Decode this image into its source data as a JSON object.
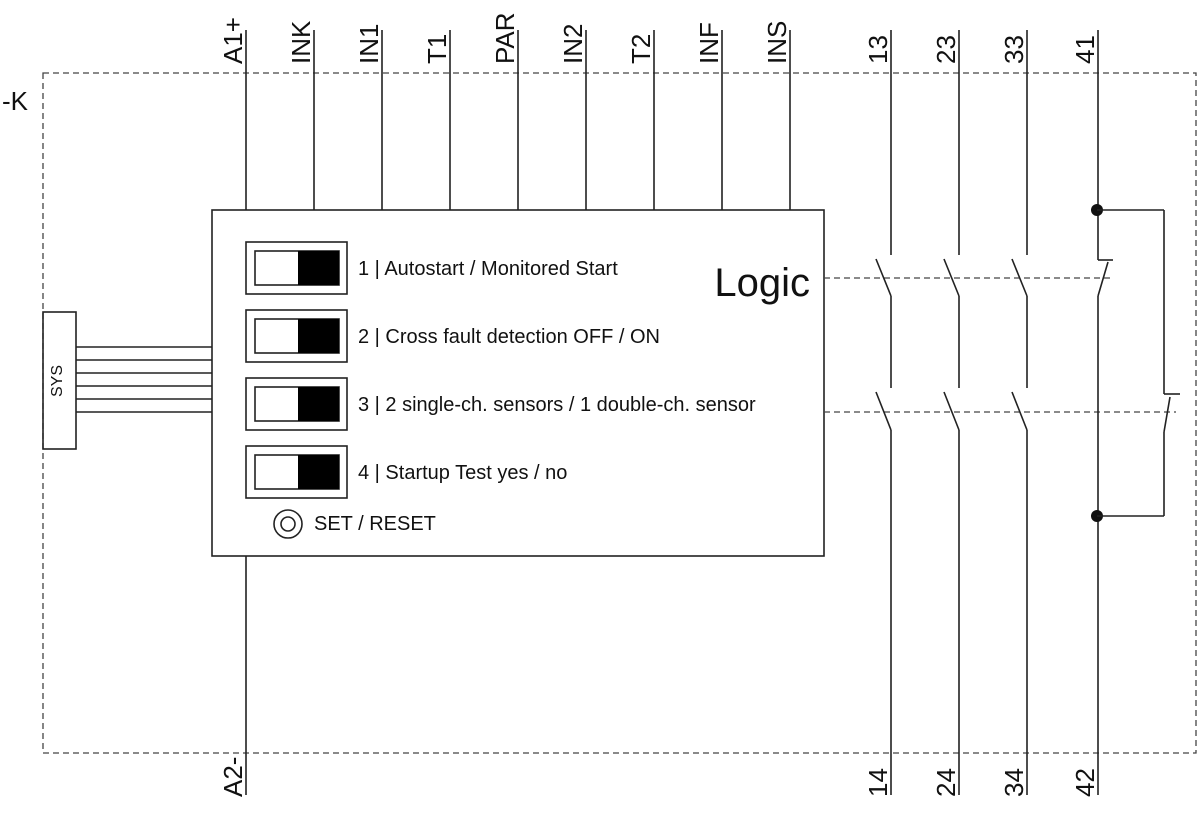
{
  "device": {
    "label": "-K",
    "logic_label": "Logic",
    "sys_label": "SYS"
  },
  "top_terminals": [
    "A1+",
    "INK",
    "IN1",
    "T1",
    "PAR",
    "IN2",
    "T2",
    "INF",
    "INS"
  ],
  "bottom_terminal": "A2-",
  "contacts": [
    {
      "top": "13",
      "bottom": "14",
      "type": "NO"
    },
    {
      "top": "23",
      "bottom": "24",
      "type": "NO"
    },
    {
      "top": "33",
      "bottom": "34",
      "type": "NO"
    },
    {
      "top": "41",
      "bottom": "42",
      "type": "NC"
    }
  ],
  "dip_switches": [
    {
      "label": "1 | Autostart / Monitored Start"
    },
    {
      "label": "2 | Cross fault detection OFF / ON"
    },
    {
      "label": "3 | 2 single-ch. sensors / 1 double-ch. sensor"
    },
    {
      "label": "4 | Startup Test yes / no"
    }
  ],
  "reset_button": {
    "label": "SET / RESET"
  }
}
